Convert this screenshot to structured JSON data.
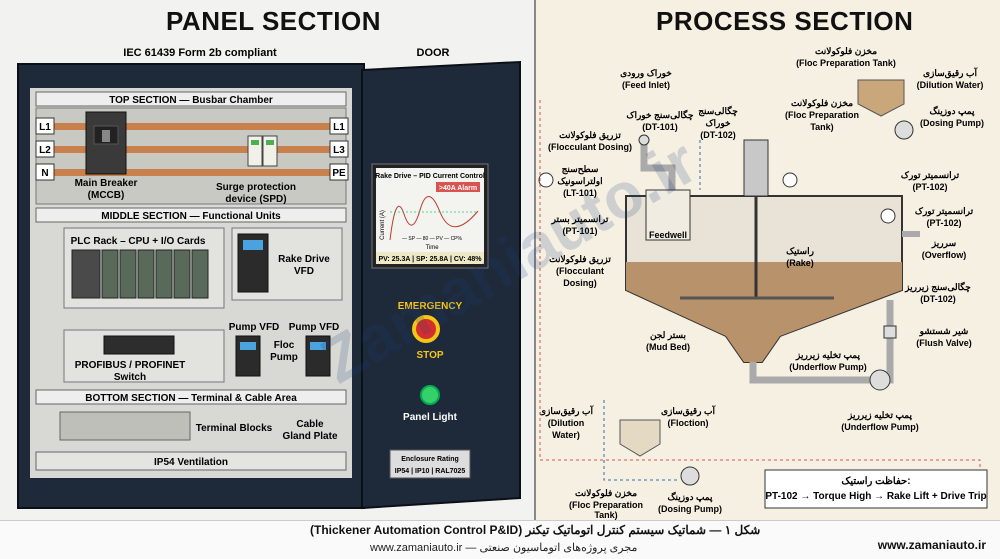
{
  "panel": {
    "title": "PANEL SECTION",
    "compliance": "IEC 61439 Form 2b compliant",
    "door_label": "DOOR",
    "top_section": "TOP SECTION — Busbar Chamber",
    "bus_left": [
      "L1",
      "L2",
      "N"
    ],
    "bus_right": [
      "L1",
      "L3",
      "PE"
    ],
    "main_breaker": [
      "Main Breaker",
      "(MCCB)"
    ],
    "spd": [
      "Surge protection",
      "device (SPD)"
    ],
    "middle_section": "MIDDLE SECTION — Functional Units",
    "plc": "PLC Rack – CPU + I/O Cards",
    "rake_vfd": [
      "Rake Drive",
      "VFD"
    ],
    "pump_vfd": "Pump VFD",
    "floc_pump": [
      "Floc",
      "Pump"
    ],
    "profibus": [
      "PROFIBUS / PROFINET",
      "Switch"
    ],
    "bottom_section": "BOTTOM SECTION — Terminal & Cable Area",
    "terminal_blocks": "Terminal Blocks",
    "cable_gland": [
      "Cable",
      "Gland Plate"
    ],
    "ventilation": "IP54 Ventilation",
    "hmi": {
      "title": "Rake Drive – PID Current Control",
      "alarm": ">40A Alarm",
      "ylabel": "Current (A)",
      "xlabel": "Time",
      "legend": "— SP — 80 — PV — CP%",
      "status": "PV: 25.3A | SP: 25.8A | CV: 48%"
    },
    "emergency": "EMERGENCY",
    "stop": "STOP",
    "panel_light": "Panel Light",
    "enclosure": [
      "Enclosure Rating",
      "IP54 | IP10 | RAL7025"
    ]
  },
  "process": {
    "title": "PROCESS SECTION",
    "floc_tank_top": [
      "مخزن فلوکولانت",
      "(Floc Preparation Tank)"
    ],
    "dilution_water_top": [
      "آب رقیق‌سازی",
      "(Dilution Water)"
    ],
    "floc_tank_mid": [
      "مخزن فلوکولانت",
      "(Floc Preparation",
      "Tank)"
    ],
    "dosing_pump_top": [
      "پمپ دوزینگ",
      "(Dosing Pump)"
    ],
    "feed_inlet": [
      "خوراک ورودی",
      "(Feed Inlet)"
    ],
    "feed_density": [
      "چگالی‌سنج خوراک",
      "(DT-101)"
    ],
    "feed_density2": [
      "چگالی‌سنج",
      "خوراک",
      "(DT-102)"
    ],
    "floc_dosing_top": [
      "تزریق فلوکولانت",
      "(Flocculant Dosing)"
    ],
    "level": [
      "سطح‌سنج",
      "اولتراسونیک",
      "(LT-101)"
    ],
    "bed_pressure": [
      "ترانسمیتر بستر",
      "(PT-101)"
    ],
    "feedwell": "Feedwell",
    "floc_dosing_left": [
      "تزریق فلوکولانت",
      "(Flocculant",
      "Dosing)"
    ],
    "rake": [
      "راستیک",
      "(Rake)"
    ],
    "torque1": [
      "ترانسمیتر تورک",
      "(PT-102)"
    ],
    "torque2": [
      "ترانسمیتر تورک",
      "(PT-102)"
    ],
    "overflow": [
      "سرریز",
      "(Overflow)"
    ],
    "underflow_density": [
      "چگالی‌سنج زیرریز",
      "(DT-102)"
    ],
    "flush_valve": [
      "شیر شستشو",
      "(Flush Valve)"
    ],
    "mud_bed": [
      "بستر لجن",
      "(Mud Bed)"
    ],
    "underflow_pump1": [
      "پمپ تخلیه زیرریز",
      "(Underflow Pump)"
    ],
    "underflow_pump2": [
      "پمپ تخلیه زیرریز",
      "(Underflow Pump)"
    ],
    "dilution_water_bot": [
      "آب رقیق‌سازی",
      "(Dilution",
      "Water)"
    ],
    "floction": [
      "آب رقیق‌سازی",
      "(Floction)"
    ],
    "floc_tank_bot": [
      "مخزن فلوکولانت",
      "(Floc Preparation",
      "Tank)"
    ],
    "dosing_pump_bot": [
      "پمپ دوزینگ",
      "(Dosing Pump)"
    ],
    "protection_title": "حفاظت راستیک:",
    "protection_rule": "PT-102 → Torque High → Rake Lift + Drive Trip"
  },
  "watermark": "Zamaniauto.ir",
  "footer": {
    "caption": "(Thickener Automation Control P&ID) شکل ۱ — شماتیک سیستم کنترل اتوماتیک تیکنر",
    "subcaption": "www.zamaniauto.ir — مجری پروژه‌های اتوماسیون صنعتی",
    "site": "www.zamaniauto.ir"
  }
}
